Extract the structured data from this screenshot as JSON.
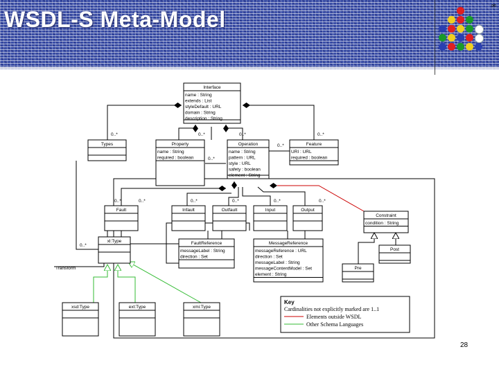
{
  "slide": {
    "title": "WSDL-S Meta-Model",
    "page_number": "28",
    "logo_text": "✉"
  },
  "colors": {
    "header_bg": "#3b4fa8",
    "title_text": "#ffffff",
    "relation_black": "#000000",
    "relation_red": "#cc0000",
    "relation_green": "#33bb33",
    "dots": [
      "#e02020",
      "#f0d020",
      "#1a9a2a",
      "#2a3fb0",
      "#ffffff"
    ]
  },
  "diagram": {
    "boxes": {
      "interface": {
        "name": "Interface",
        "attrs": [
          "name : String",
          "extends : List",
          "styleDefault : URL",
          "domain : String",
          "description : String"
        ]
      },
      "types": {
        "name": "Types",
        "attrs": []
      },
      "property": {
        "name": "Property",
        "attrs": [
          "name : String",
          "required : boolean"
        ]
      },
      "operation": {
        "name": "Operation",
        "attrs": [
          "name : String",
          "pattern : URL",
          "style : URL",
          "safety : boolean",
          "element : String"
        ]
      },
      "feature": {
        "name": "Feature",
        "attrs": [
          "URI : URL",
          "required : boolean"
        ]
      },
      "fault": {
        "name": "Fault",
        "attrs": []
      },
      "infault": {
        "name": "Infault",
        "attrs": []
      },
      "outfault": {
        "name": "Outfault",
        "attrs": []
      },
      "input": {
        "name": "Input",
        "attrs": []
      },
      "output": {
        "name": "Output",
        "attrs": []
      },
      "constraint": {
        "name": "Constraint",
        "attrs": [
          "condition : String"
        ]
      },
      "xltype": {
        "name": "xl:Type",
        "attrs": []
      },
      "faultref": {
        "name": "FaultReference",
        "attrs": [
          "messageLabel : String",
          "direction : Set"
        ]
      },
      "msgref": {
        "name": "MessageReference",
        "attrs": [
          "messageReference : URL",
          "direction : Set",
          "messageLabel : String",
          "messageContentModel : Set",
          "element : String"
        ]
      },
      "post": {
        "name": "Post",
        "attrs": []
      },
      "pre": {
        "name": "Pre",
        "attrs": []
      },
      "xsdtype": {
        "name": "xsd:Type",
        "attrs": []
      },
      "exttype": {
        "name": "ext:Type",
        "attrs": []
      },
      "xmitype": {
        "name": "xmi:Type",
        "attrs": []
      }
    },
    "multiplicities": {
      "types": "0..*",
      "property": "0..*",
      "operation": "0..*",
      "feature": "0..*",
      "property_op": "0..*",
      "feature_op": "0..*",
      "fault_a": "0..*",
      "fault_b": "0..*",
      "infault": "0..*",
      "outfault": "0..*",
      "input": "0..*",
      "output": "0..*",
      "xltype": "0..*"
    },
    "transform_label": "Transform",
    "key": {
      "heading": "Key",
      "line1": "Cardinalities not explicitly marked are 1..1",
      "line2": "Elements outside WSDL",
      "line3": "Other Schema Languages"
    }
  }
}
